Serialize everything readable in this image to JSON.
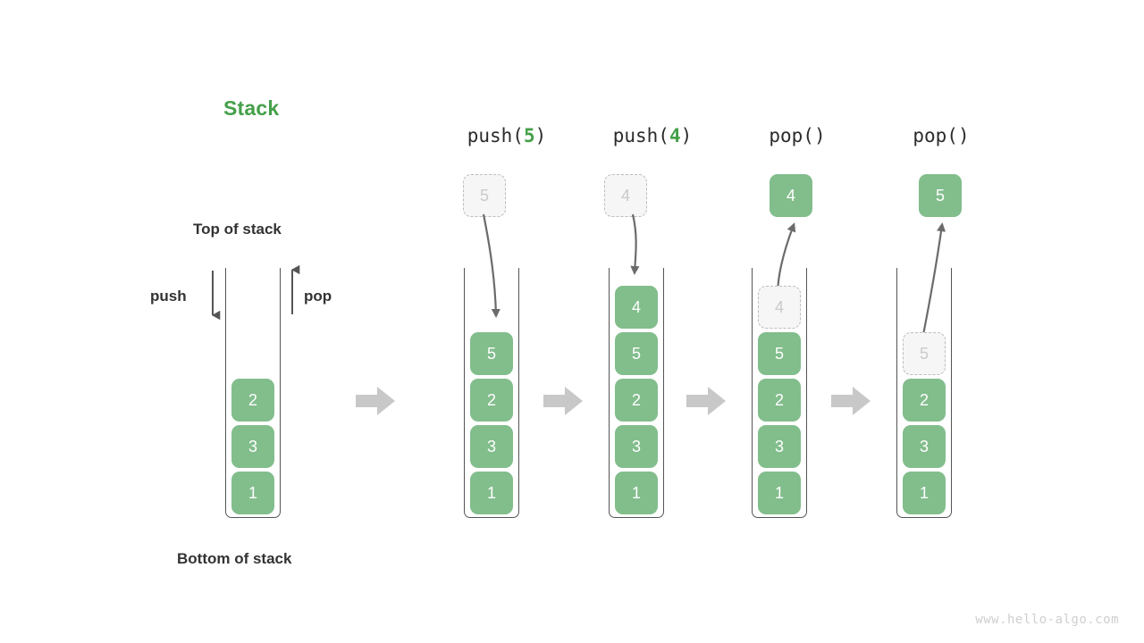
{
  "title": "Stack",
  "labels": {
    "top_of_stack": "Top of stack",
    "bottom_of_stack": "Bottom of stack",
    "push": "push",
    "pop": "pop"
  },
  "watermark": "www.hello-algo.com",
  "colors": {
    "element_green": "#82bd8c",
    "title_green": "#45a049",
    "ghost_fill": "#f6f6f6",
    "ghost_border": "#bcbcbc",
    "ghost_text": "#cacaca",
    "frame_stroke": "#555555",
    "flow_arrow": "#c8c8c8",
    "text_dark": "#333333",
    "watermark_gray": "#cfcfcf"
  },
  "stages": [
    {
      "id": "initial",
      "header_prefix": "",
      "header_value": "",
      "header_suffix": "",
      "has_header": false,
      "stack": [
        "2",
        "3",
        "1"
      ],
      "floating": null,
      "ghost_in_stack": null
    },
    {
      "id": "push-5",
      "header_prefix": "push(",
      "header_value": "5",
      "header_suffix": ")",
      "has_header": true,
      "stack": [
        "5",
        "2",
        "3",
        "1"
      ],
      "floating": "5",
      "floating_kind": "ghost",
      "ghost_in_stack": null
    },
    {
      "id": "push-4",
      "header_prefix": "push(",
      "header_value": "4",
      "header_suffix": ")",
      "has_header": true,
      "stack": [
        "4",
        "5",
        "2",
        "3",
        "1"
      ],
      "floating": "4",
      "floating_kind": "ghost",
      "ghost_in_stack": null
    },
    {
      "id": "pop-1",
      "header_prefix": "pop(",
      "header_value": "",
      "header_suffix": ")",
      "has_header": true,
      "stack": [
        "4",
        "5",
        "2",
        "3",
        "1"
      ],
      "floating": "4",
      "floating_kind": "solid",
      "ghost_in_stack": "4"
    },
    {
      "id": "pop-2",
      "header_prefix": "pop(",
      "header_value": "",
      "header_suffix": ")",
      "has_header": true,
      "stack": [
        "5",
        "2",
        "3",
        "1"
      ],
      "floating": "5",
      "floating_kind": "solid",
      "ghost_in_stack": "5"
    }
  ],
  "flow_arrows": 4
}
